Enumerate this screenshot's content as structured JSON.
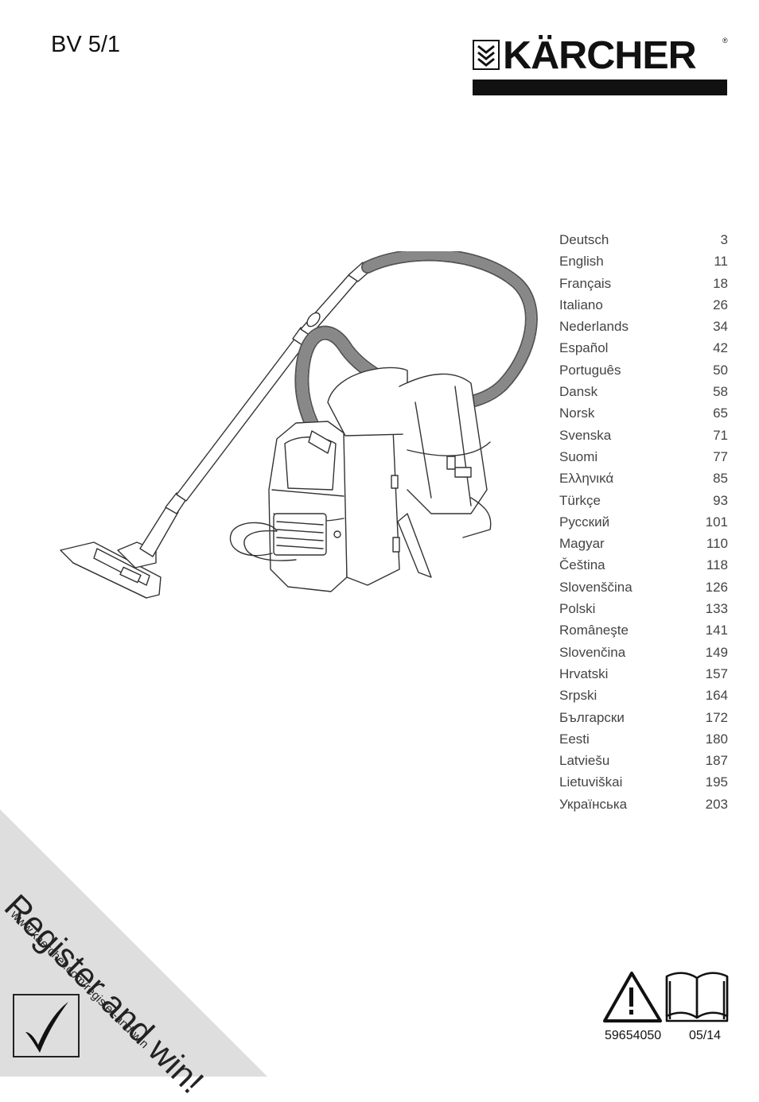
{
  "header": {
    "model": "BV 5/1",
    "brand": "KÄRCHER",
    "registered_mark": "®"
  },
  "illustration": {
    "subject": "backpack vacuum cleaner with hose, tube and floor nozzle"
  },
  "toc": [
    {
      "language": "Deutsch",
      "page": "3"
    },
    {
      "language": "English",
      "page": "11"
    },
    {
      "language": "Français",
      "page": "18"
    },
    {
      "language": "Italiano",
      "page": "26"
    },
    {
      "language": "Nederlands",
      "page": "34"
    },
    {
      "language": "Español",
      "page": "42"
    },
    {
      "language": "Português",
      "page": "50"
    },
    {
      "language": "Dansk",
      "page": "58"
    },
    {
      "language": "Norsk",
      "page": "65"
    },
    {
      "language": "Svenska",
      "page": "71"
    },
    {
      "language": "Suomi",
      "page": "77"
    },
    {
      "language": "Ελληνικά",
      "page": "85"
    },
    {
      "language": "Türkçe",
      "page": "93"
    },
    {
      "language": "Русский",
      "page": "101"
    },
    {
      "language": "Magyar",
      "page": "110"
    },
    {
      "language": "Čeština",
      "page": "118"
    },
    {
      "language": "Slovenščina",
      "page": "126"
    },
    {
      "language": "Polski",
      "page": "133"
    },
    {
      "language": "Româneşte",
      "page": "141"
    },
    {
      "language": "Slovenčina",
      "page": "149"
    },
    {
      "language": "Hrvatski",
      "page": "157"
    },
    {
      "language": "Srpski",
      "page": "164"
    },
    {
      "language": "Български",
      "page": "172"
    },
    {
      "language": "Eesti",
      "page": "180"
    },
    {
      "language": "Latviešu",
      "page": "187"
    },
    {
      "language": "Lietuviškai",
      "page": "195"
    },
    {
      "language": "Українська",
      "page": "203"
    }
  ],
  "promo": {
    "title": "Register and win!",
    "url": "www.kaercher.com/register-and-win",
    "check_glyph": "✓"
  },
  "footer": {
    "part_number": "59654050",
    "date": "05/14",
    "warning_icon": "warning-triangle-icon",
    "manual_icon": "open-book-icon"
  },
  "colors": {
    "corner_gray": "#dedede",
    "text": "#444444",
    "brand_black": "#111111"
  }
}
